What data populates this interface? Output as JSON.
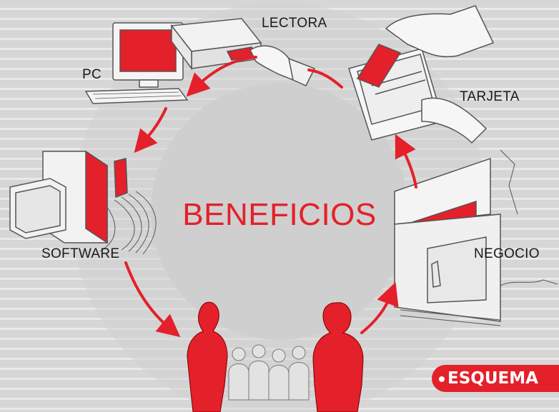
{
  "diagram": {
    "center_label": "BENEFICIOS",
    "nodes": {
      "lectora": "LECTORA",
      "pc": "PC",
      "tarjeta": "TARJETA",
      "software": "SOFTWARE",
      "negocio": "NEGOCIO"
    },
    "badge": "ESQUEMA"
  },
  "colors": {
    "accent": "#e4202a",
    "circle": "#cfcfcf",
    "background_stripe": "#d6d6d6",
    "line_art": "#555555"
  },
  "icons": [
    "desktop-computer-icon",
    "card-reader-icon",
    "hand-with-card-icon",
    "hands-with-card-icon",
    "computer-tower-icon",
    "shop-front-icon",
    "people-silhouettes-icon",
    "cycle-arrow-icon"
  ]
}
